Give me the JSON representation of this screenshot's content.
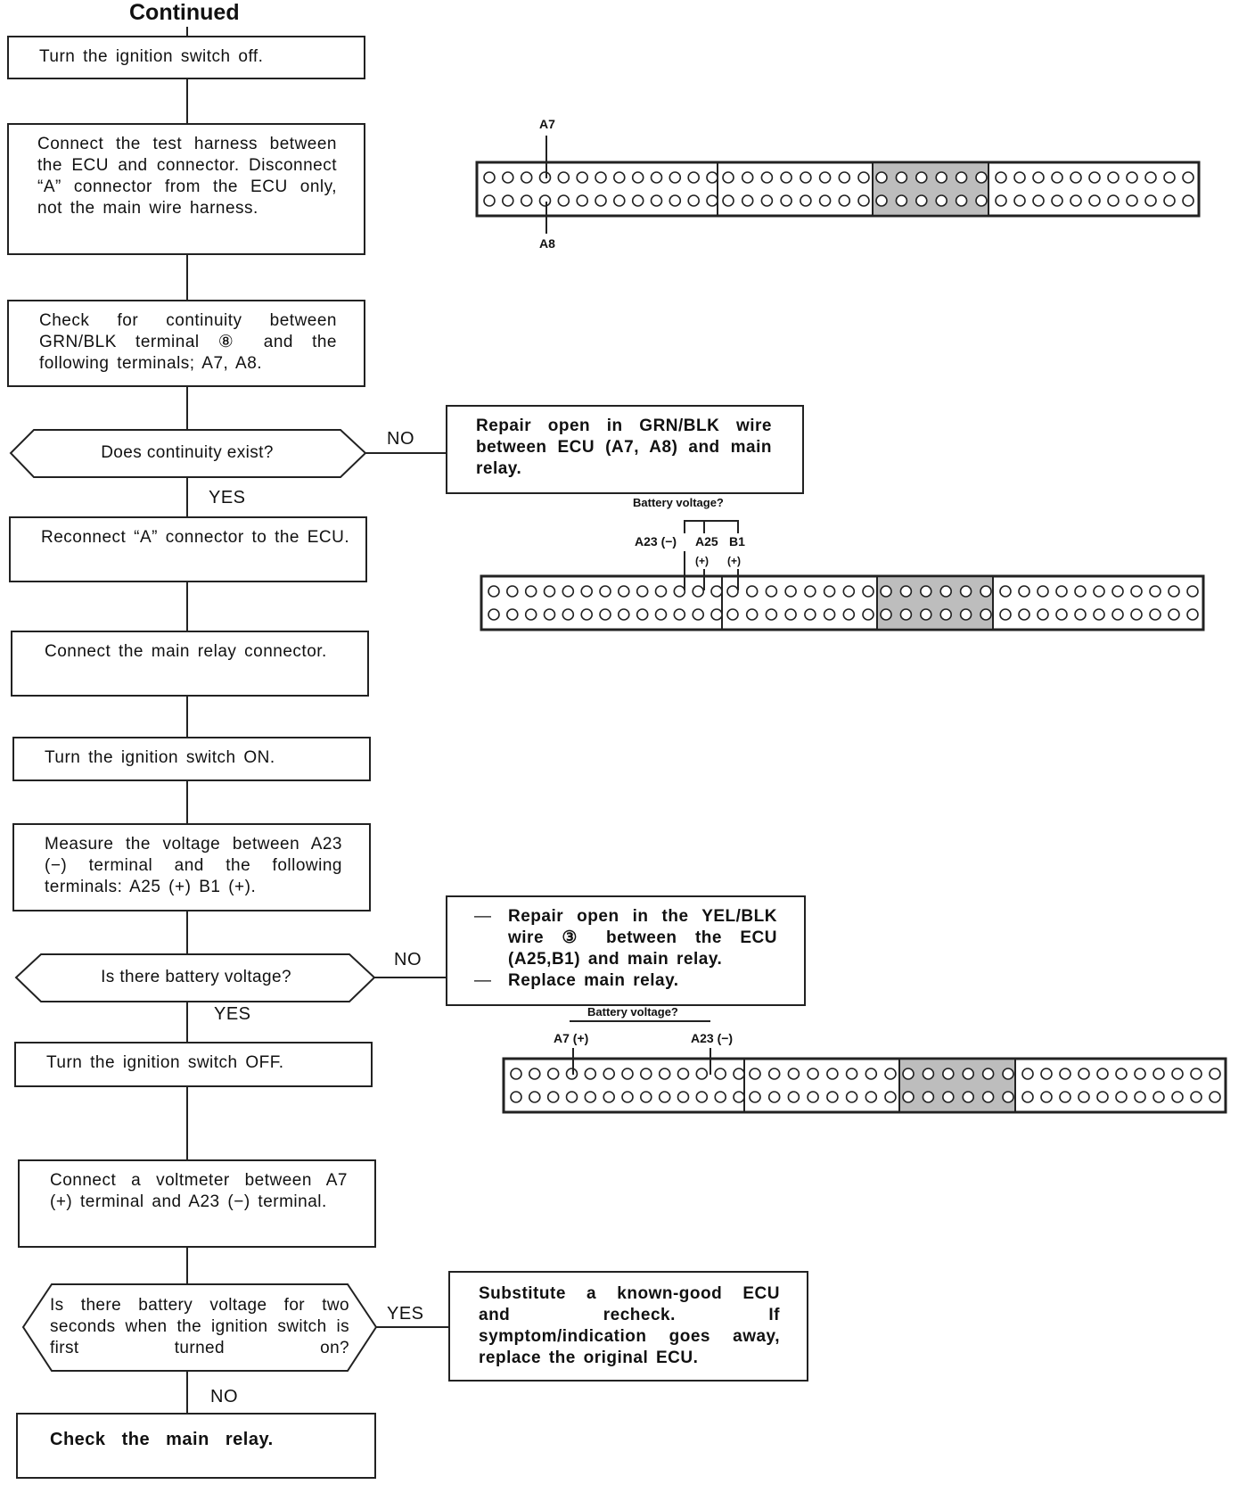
{
  "heading": "Continued",
  "steps": [
    "Turn the ignition switch off.",
    "Connect the test harness between the ECU and connector. Disconnect “A” connector from the ECU only, not the main wire harness.",
    "Check for continuity between GRN/BLK terminal ⑧ and the following terminals; A7, A8.",
    "Reconnect “A” connector to the ECU.",
    "Connect the main relay connector.",
    "Turn the ignition switch ON.",
    "Measure the voltage between A23 (−) terminal and the following terminals: A25 (+) B1 (+).",
    "Turn the ignition switch OFF.",
    "Connect a voltmeter between A7 (+) terminal and A23 (−) terminal.",
    "Check the main relay."
  ],
  "decisions": [
    "Does continuity exist?",
    "Is there battery voltage?",
    "Is there battery voltage for two seconds when the ignition switch is first turned on?"
  ],
  "branch_labels": {
    "d1_no": "NO",
    "d1_yes": "YES",
    "d2_no": "NO",
    "d2_yes": "YES",
    "d3_yes": "YES",
    "d3_no": "NO"
  },
  "results": {
    "r1": "Repair open in GRN/BLK wire between ECU (A7, A8) and main relay.",
    "r2": [
      "Repair open in the YEL/BLK wire ③ between the ECU (A25,B1) and main relay.",
      "Replace main relay."
    ],
    "r3": "Substitute a known-good ECU and recheck. If symptom/indication goes away, replace the original ECU."
  },
  "connectors": {
    "c1": {
      "top_label": "A7",
      "bottom_label": "A8"
    },
    "c2": {
      "caption": "Battery voltage?",
      "label_a23": "A23 (−)",
      "label_a25": "A25",
      "label_b1": "B1",
      "plus1": "(+)",
      "plus2": "(+)"
    },
    "c3": {
      "caption": "Battery voltage?",
      "label_a7": "A7 (+)",
      "label_a23": "A23 (−)"
    }
  }
}
